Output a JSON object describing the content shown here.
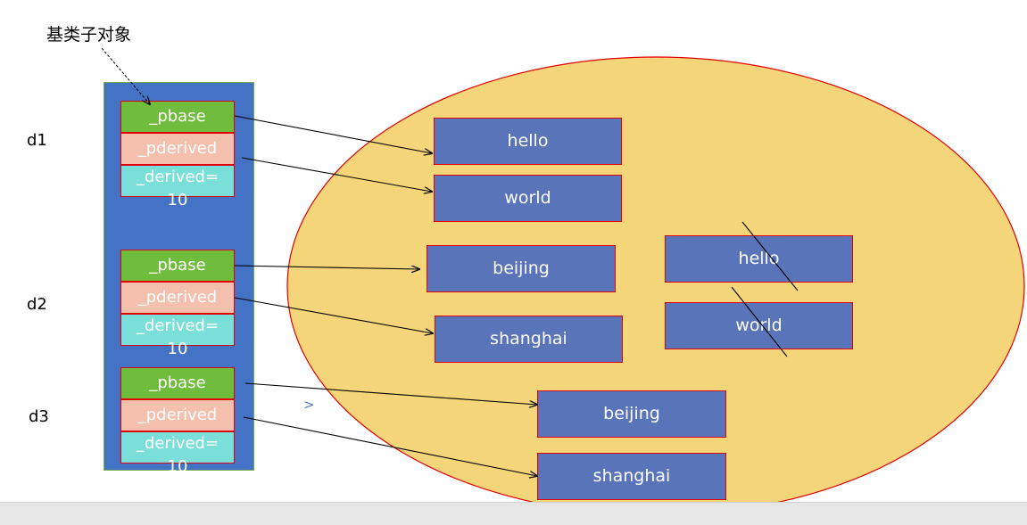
{
  "title": "基类子对象",
  "objects": [
    {
      "label": "d1",
      "pbase": "_pbase",
      "pderived": "_pderived",
      "derived": "_derived=\n10"
    },
    {
      "label": "d2",
      "pbase": "_pbase",
      "pderived": "_pderived",
      "derived": "_derived=\n10"
    },
    {
      "label": "d3",
      "pbase": "_pbase",
      "pderived": "_pderived",
      "derived": "_derived=\n10"
    }
  ],
  "heap": {
    "boxes": [
      "hello",
      "world",
      "beijing",
      "shanghai",
      "hello",
      "world",
      "beijing",
      "shanghai"
    ],
    "crossed_out": [
      "hello",
      "world"
    ]
  },
  "misc": {
    "chevron": ">"
  },
  "colors": {
    "stack_bg": "#4472c4",
    "pbase": "#70bc3c",
    "pderived": "#f4c0ad",
    "derived": "#7adfd9",
    "heap_fill": "#f5d57a",
    "box_fill": "#5a74b9",
    "border_red": "#e00000"
  }
}
